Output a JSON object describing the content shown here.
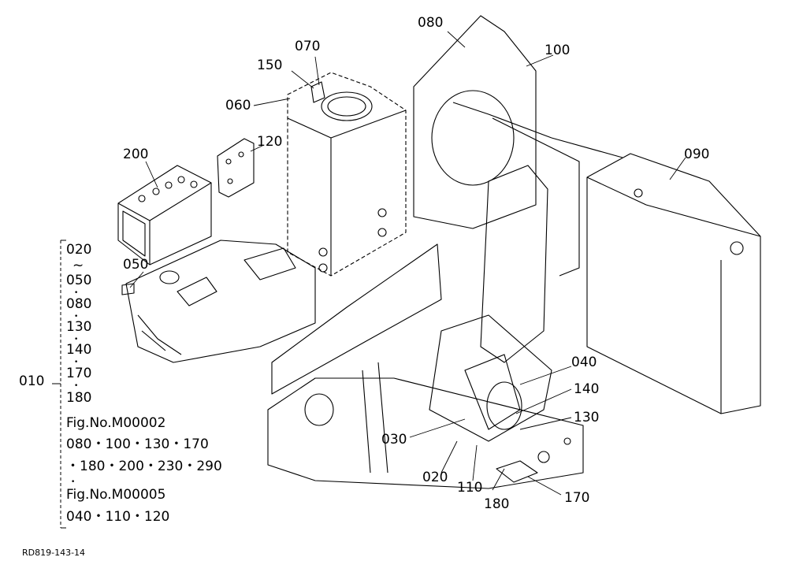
{
  "diagram": {
    "callouts": {
      "c070": "070",
      "c150": "150",
      "c060": "060",
      "c080": "080",
      "c100": "100",
      "c120": "120",
      "c200": "200",
      "c090": "090",
      "c050": "050",
      "c040": "040",
      "c140": "140",
      "c130": "130",
      "c030": "030",
      "c020": "020",
      "c110": "110",
      "c180": "180",
      "c170": "170"
    },
    "assembly_key": {
      "main": "010",
      "lines": [
        "020",
        "~",
        "050",
        "•",
        "080",
        "•",
        "130",
        "•",
        "140",
        "•",
        "170",
        "•",
        "180",
        "Fig.No.M00002",
        "080・100・130・170",
        "・180・200・230・290",
        "•",
        "Fig.No.M00005",
        "040・110・120"
      ]
    },
    "drawing_code": "RD819-143-14"
  }
}
